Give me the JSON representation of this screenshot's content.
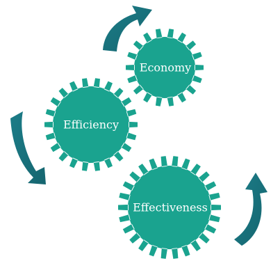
{
  "colors": {
    "gear": "#1aa38f",
    "arrow": "#1a7480",
    "label_text": "#ffffff"
  },
  "gears": [
    {
      "id": "economy",
      "label": "Economy"
    },
    {
      "id": "efficiency",
      "label": "Efficiency"
    },
    {
      "id": "effectiveness",
      "label": "Effectiveness"
    }
  ]
}
